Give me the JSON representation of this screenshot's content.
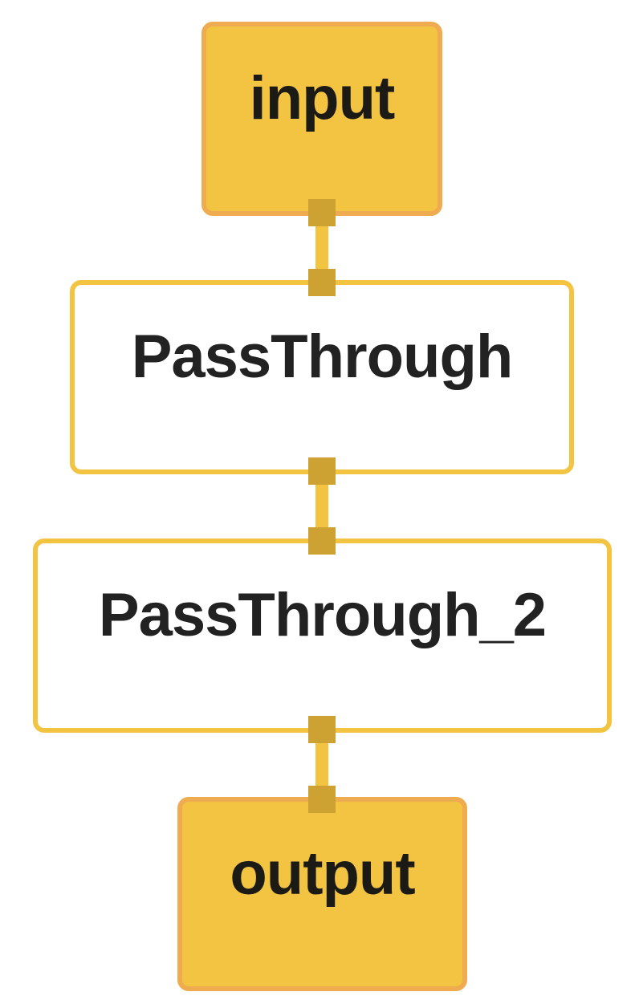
{
  "nodes": {
    "input": "input",
    "pass_through": "PassThrough",
    "pass_through_2": "PassThrough_2",
    "output": "output"
  },
  "edges": [
    {
      "from": "input",
      "to": "PassThrough"
    },
    {
      "from": "PassThrough",
      "to": "PassThrough_2"
    },
    {
      "from": "PassThrough_2",
      "to": "output"
    }
  ],
  "colors": {
    "io_fill": "#f3c342",
    "io_border": "#eeab4f",
    "op_border": "#f3c342",
    "port": "#cda232",
    "edge": "#f3c342"
  }
}
